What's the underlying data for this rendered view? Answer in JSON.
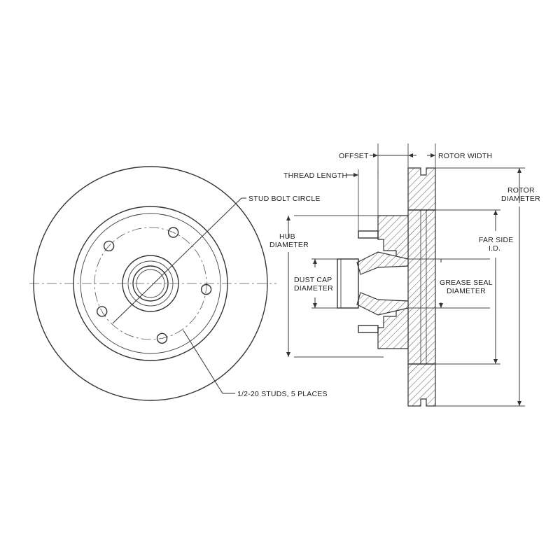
{
  "labels": {
    "stud_bolt_circle": "STUD BOLT CIRCLE",
    "studs": "1/2-20 STUDS, 5 PLACES",
    "offset": "OFFSET",
    "rotor_width": "ROTOR WIDTH",
    "thread_length": "THREAD LENGTH",
    "rotor_diameter_1": "ROTOR",
    "rotor_diameter_2": "DIAMETER",
    "hub_diameter_1": "HUB",
    "hub_diameter_2": "DIAMETER",
    "far_side_1": "FAR SIDE",
    "far_side_2": "I.D.",
    "dust_cap_1": "DUST CAP",
    "dust_cap_2": "DIAMETER",
    "grease_seal_1": "GREASE SEAL",
    "grease_seal_2": "DIAMETER"
  },
  "stud_count": 5
}
